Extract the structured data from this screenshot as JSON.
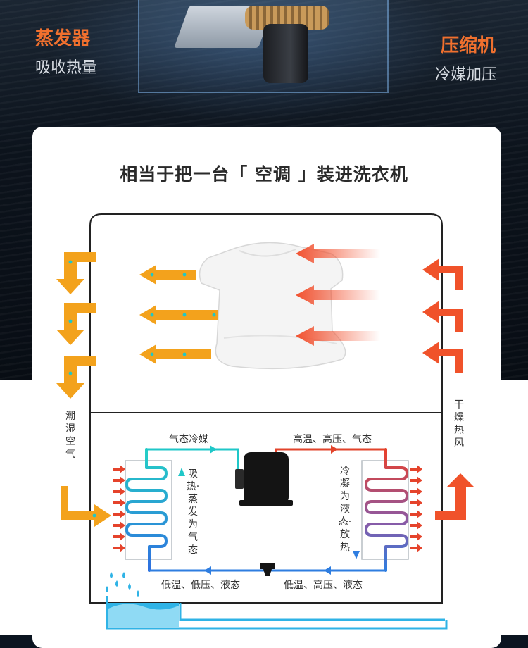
{
  "header": {
    "left_title": "蒸发器",
    "left_subtitle": "吸收热量",
    "right_title": "压缩机",
    "right_subtitle": "冷媒加压"
  },
  "card": {
    "title": "相当于把一台「 空调 」装进洗衣机"
  },
  "labels": {
    "humid_air": "潮湿空气",
    "dry_hot_air": "干燥热风",
    "gas_refrigerant": "气态冷媒",
    "high_temp_pressure_gas": "高温、高压、气态",
    "absorb_evaporate": "吸热·蒸发为气态",
    "condense_release": "冷凝为液态·放热",
    "low_temp_low_pressure_liquid": "低温、低压、液态",
    "low_temp_high_pressure_liquid": "低温、高压、液态"
  },
  "colors": {
    "orange": "#f3a21c",
    "red_orange": "#f0522a",
    "hot_pink": "#f06a6a",
    "cyan": "#1fc7c8",
    "blue": "#2e7de0",
    "red": "#e2432b",
    "purple": "#7b5ea8",
    "water": "#2fb3e6",
    "accent_title": "#f0702e"
  },
  "icons": [
    "evaporator-coil-icon",
    "condenser-coil-icon",
    "compressor-icon",
    "expansion-valve-icon",
    "tshirt-icon",
    "water-drop-icon"
  ]
}
